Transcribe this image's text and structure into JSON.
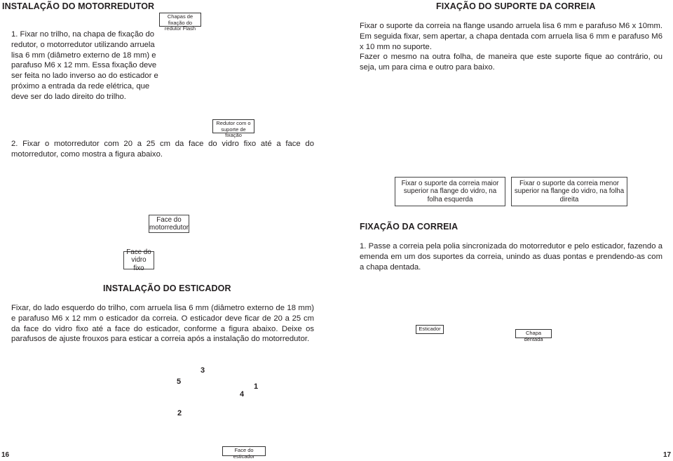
{
  "left": {
    "motor_section": {
      "title": "INSTALAÇÃO DO MOTORREDUTOR",
      "step1": "1. Fixar no trilho, na chapa de fixação do redutor, o motorredutor utilizando arruela lisa 6 mm (diâmetro externo de 18 mm) e parafuso M6 x 12 mm. Essa fixação deve ser feita no lado inverso ao do esticador e próximo a entrada da rede elétrica, que deve ser do lado direito do trilho.",
      "callout_chapas": "Chapas de fixação do redutor Flash",
      "callout_redutor": "Redutor com o suporte de fixação",
      "step2": "2. Fixar o motorredutor com 20 a 25 cm da face do vidro fixo até a face do motorredutor, como mostra a figura abaixo.",
      "label_face_motor": "Face do motorredutor",
      "label_face_vidro": "Face do vidro fixo"
    },
    "tensioner_section": {
      "title": "INSTALAÇÃO DO ESTICADOR",
      "text": "Fixar, do lado esquerdo do trilho, com arruela lisa 6 mm (diâmetro externo de 18 mm) e parafuso M6 x 12 mm o esticador da correia. O esticador deve ficar de 20 a 25 cm da face do vidro fixo até a face do esticador, conforme a figura abaixo. Deixe os parafusos de ajuste frouxos para esticar a correia após a instalação do motorredutor.",
      "numbers": [
        "1",
        "2",
        "3",
        "4",
        "5"
      ],
      "label_face_esticador": "Face do esticador"
    },
    "page_number": "16"
  },
  "right": {
    "support_section": {
      "title": "FIXAÇÃO DO SUPORTE DA CORREIA",
      "para1": "Fixar o suporte da correia na flange usando arruela lisa 6 mm e parafuso M6 x 10mm. Em seguida fixar, sem apertar, a chapa dentada com arruela lisa 6 mm e parafuso M6 x 10 mm no suporte.",
      "para2": "Fazer o mesmo na outra folha, de maneira que este suporte fique ao contrário, ou seja, um para cima e outro para baixo.",
      "label_left": "Fixar o suporte da correia maior superior na flange do vidro, na folha esquerda",
      "label_right": "Fixar o suporte da correia menor superior na flange do vidro, na folha direita"
    },
    "belt_section": {
      "title": "FIXAÇÃO DA CORREIA",
      "text": "1. Passe a correia pela polia sincronizada do motorredutor e pelo esticador, fazendo a emenda em um dos suportes da correia, unindo as duas pontas e prendendo-as com a chapa dentada.",
      "label_esticador": "Esticador",
      "label_chapa": "Chapa dentada"
    },
    "page_number": "17"
  }
}
